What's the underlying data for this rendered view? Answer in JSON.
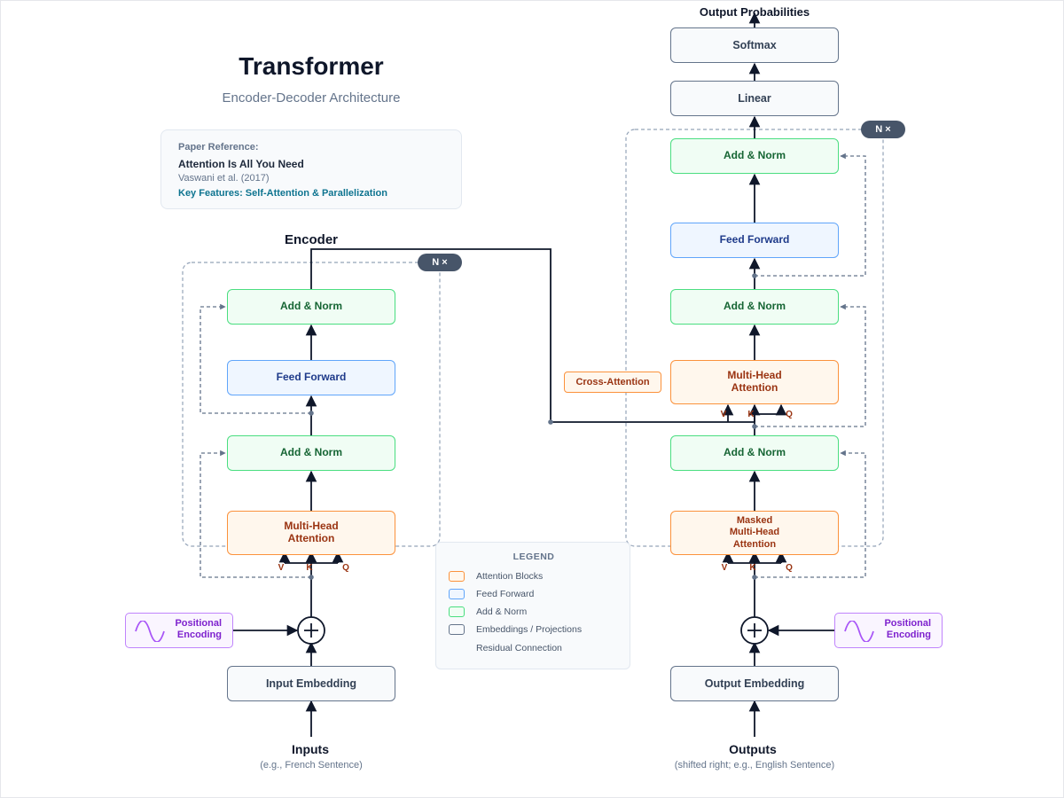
{
  "header": {
    "title": "Transformer",
    "subtitle": "Encoder-Decoder Architecture"
  },
  "reference": {
    "heading": "Paper Reference:",
    "paper_title": "Attention Is All You Need",
    "authors": "Vaswani et al. (2017)",
    "features": "Key Features: Self-Attention & Parallelization"
  },
  "encoder": {
    "title": "Encoder",
    "repeat": "N ×",
    "add_norm_top": "Add & Norm",
    "feed_forward": "Feed Forward",
    "add_norm_bottom": "Add & Norm",
    "attention": "Multi-Head\nAttention",
    "v": "V",
    "k": "K",
    "q": "Q",
    "positional": "Positional\nEncoding",
    "embedding": "Input Embedding",
    "inputs_label": "Inputs",
    "inputs_note": "(e.g., French Sentence)"
  },
  "decoder": {
    "repeat": "N ×",
    "output_probabilities": "Output Probabilities",
    "softmax": "Softmax",
    "linear": "Linear",
    "add_norm_top": "Add & Norm",
    "feed_forward": "Feed Forward",
    "add_norm_mid": "Add & Norm",
    "cross_attention_tag": "Cross-Attention",
    "cross_attention": "Multi-Head\nAttention",
    "add_norm_bottom": "Add & Norm",
    "masked_attention": "Masked\nMulti-Head\nAttention",
    "v": "V",
    "k": "K",
    "q": "Q",
    "positional": "Positional\nEncoding",
    "embedding": "Output Embedding",
    "outputs_label": "Outputs",
    "outputs_note": "(shifted right; e.g., English Sentence)"
  },
  "legend": {
    "title": "LEGEND",
    "items": [
      {
        "label": "Attention Blocks",
        "color": "#fb923c"
      },
      {
        "label": "Feed Forward",
        "color": "#60a5fa"
      },
      {
        "label": "Add & Norm",
        "color": "#4ade80"
      },
      {
        "label": "Embeddings / Projections",
        "color": "#64748b"
      },
      {
        "label": "Residual Connection",
        "color": "#64748b"
      }
    ]
  },
  "colors": {
    "attention": "#fb923c",
    "feed_forward": "#60a5fa",
    "add_norm": "#4ade80",
    "embedding": "#64748b",
    "positional": "#c084fc",
    "wire": "#0f172a"
  }
}
